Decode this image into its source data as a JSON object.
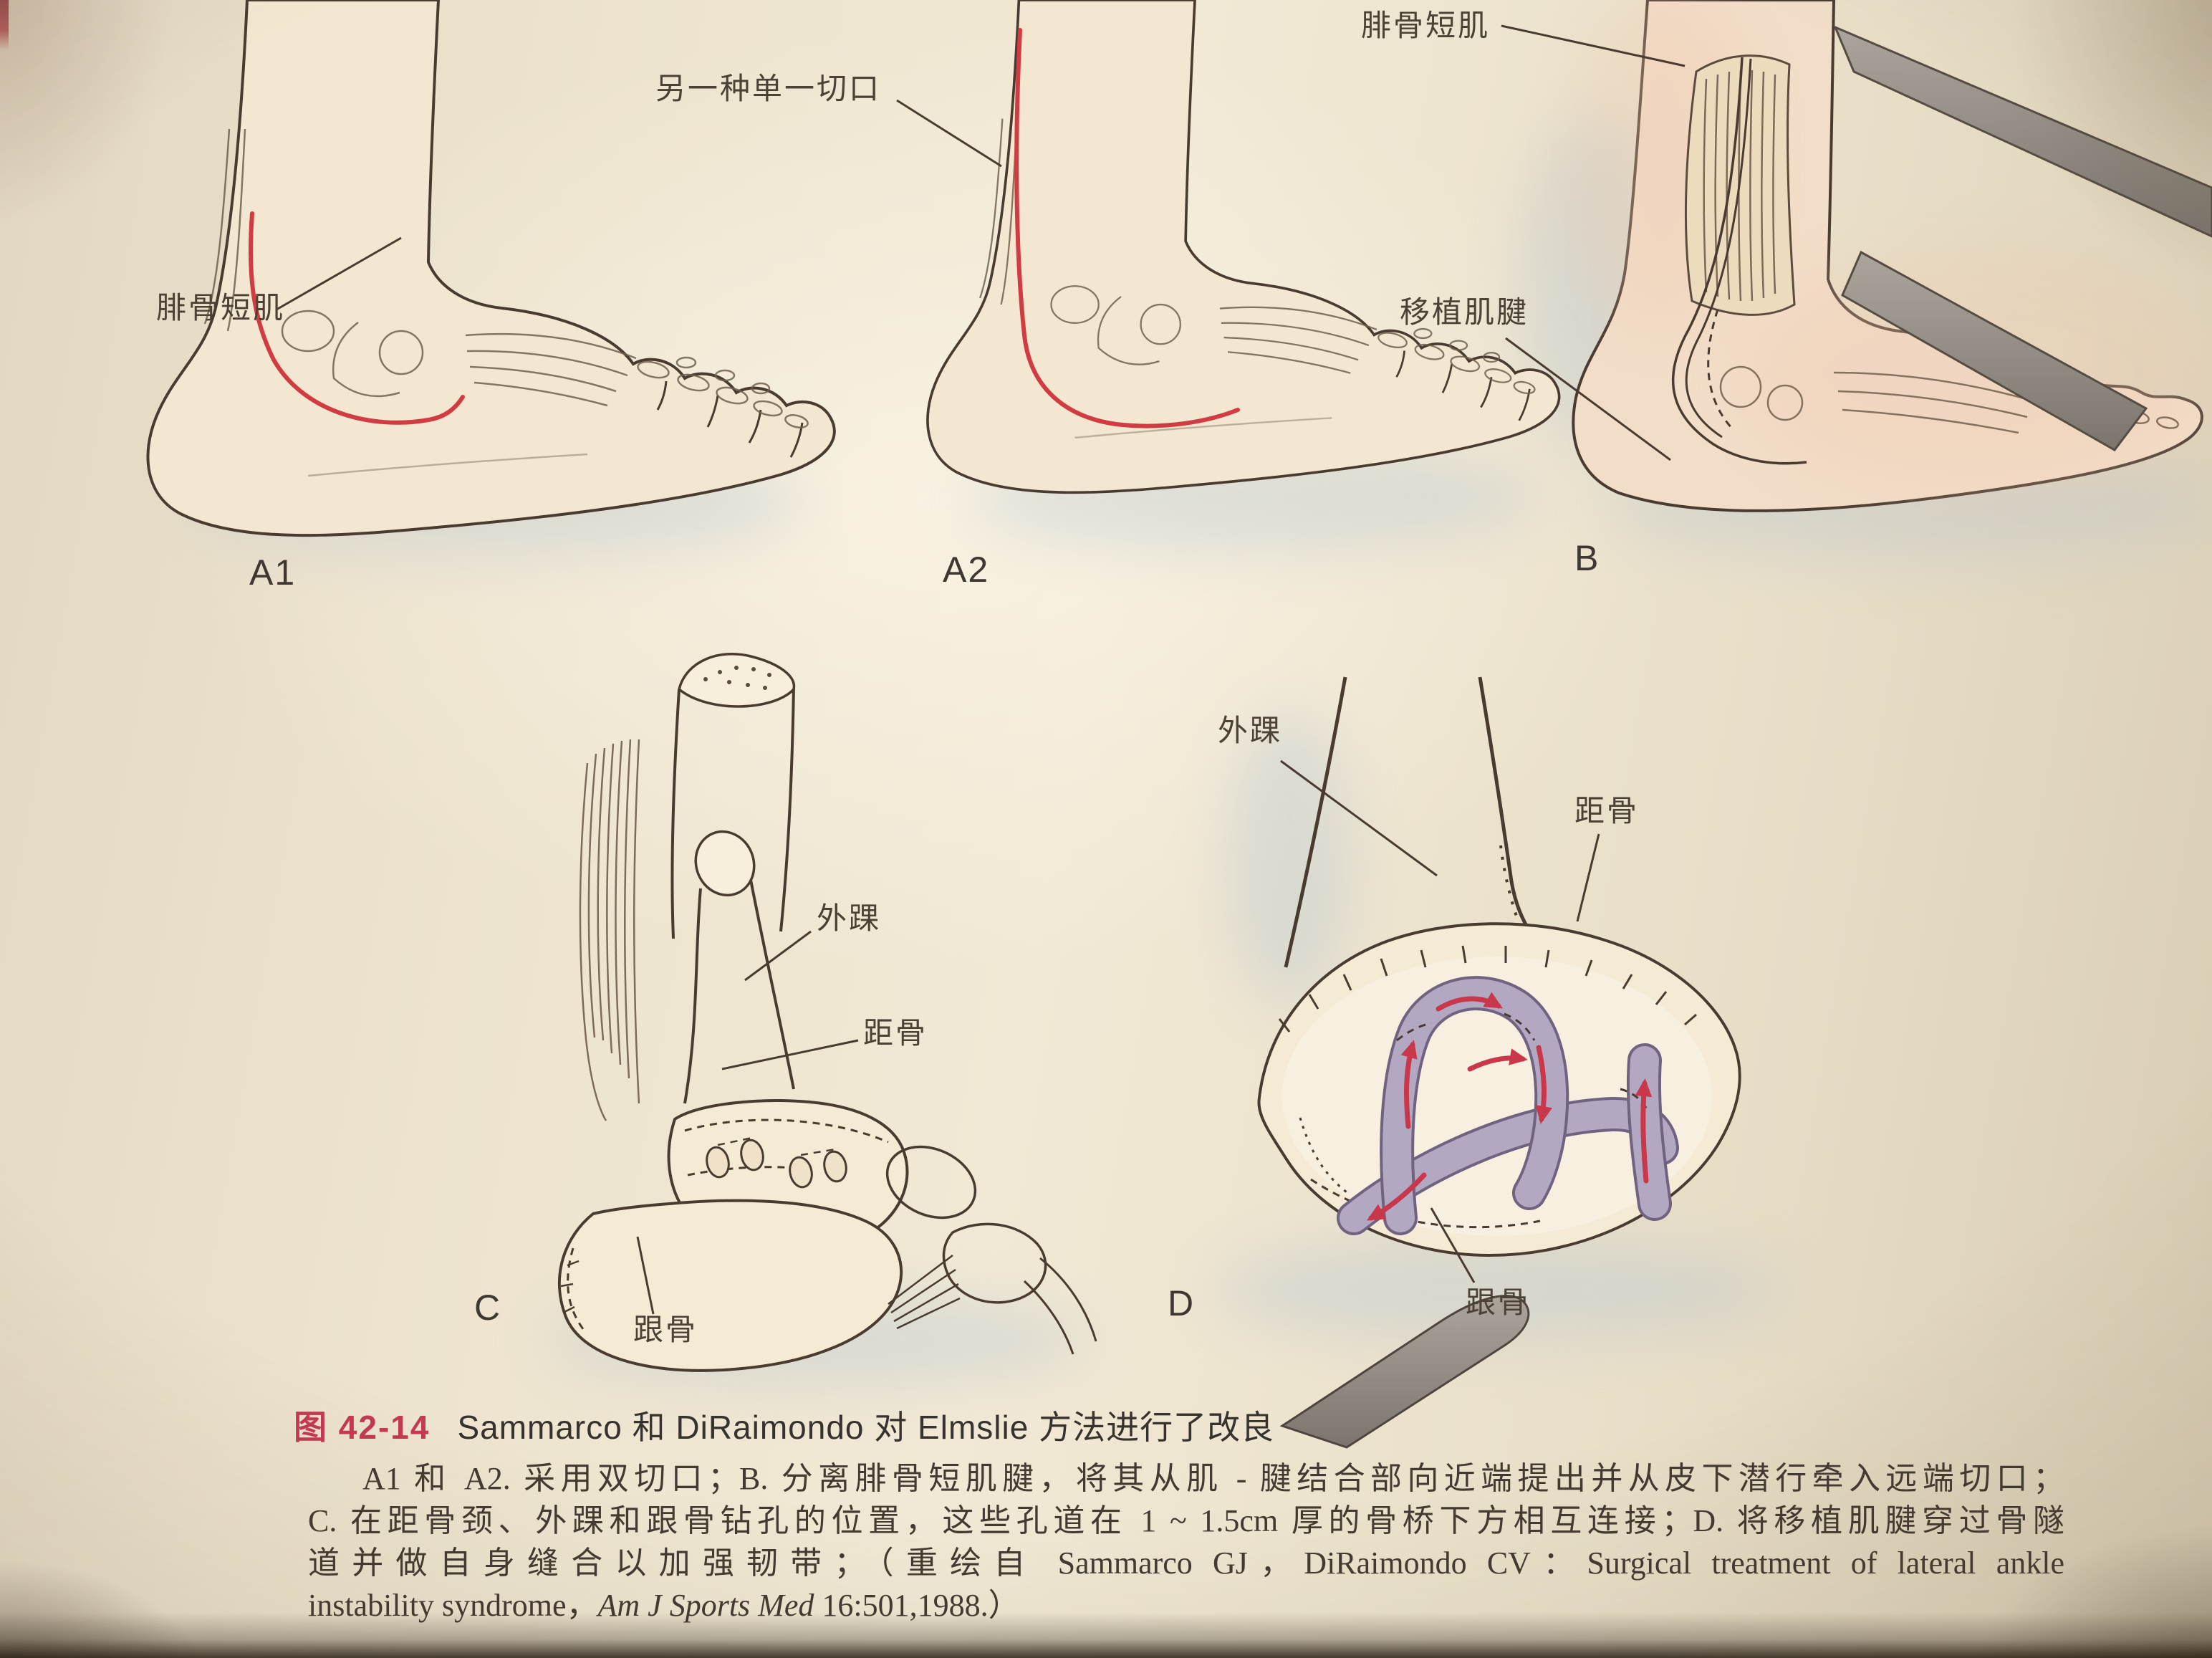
{
  "theme": {
    "caption-red": "#c43a52",
    "incision-red": "#d13c42",
    "arrow-red": "#c8374a",
    "line-art": "#4a3b30",
    "ink": "#3f362e"
  },
  "figure": {
    "letters": {
      "a1": "A1",
      "a2": "A2",
      "b": "B",
      "c": "C",
      "d": "D"
    },
    "labels": {
      "a1_peroneus_brevis": "腓骨短肌",
      "a2_alt_incision": "另一种单一切口",
      "b_peroneus_brevis": "腓骨短肌",
      "b_graft_tendon": "移植肌腱",
      "c_lateral_malleolus": "外踝",
      "c_talus": "距骨",
      "c_calcaneus": "跟骨",
      "d_lateral_malleolus": "外踝",
      "d_talus": "距骨",
      "d_calcaneus": "跟骨"
    },
    "caption": {
      "number": "图 42-14",
      "title": "Sammarco 和 DiRaimondo 对 Elmslie 方法进行了改良"
    },
    "description": {
      "line1": "A1 和 A2. 采用双切口；B. 分离腓骨短肌腱，将其从肌 - 腱结合部向近端提出并从皮下潜行牵入远端切口；",
      "line2": "C. 在距骨颈、外踝和跟骨钻孔的位置，这些孔道在 1 ~ 1.5cm 厚的骨桥下方相互连接；D. 将移植肌腱穿过骨隧",
      "line3": "道并做自身缝合以加强韧带；（重绘自 Sammarco GJ，DiRaimondo CV：Surgical treatment of lateral ankle",
      "line4_prefix": "instability syndrome，",
      "line4_journal": "Am J Sports Med",
      "line4_suffix": " 16:501,1988.）"
    }
  }
}
